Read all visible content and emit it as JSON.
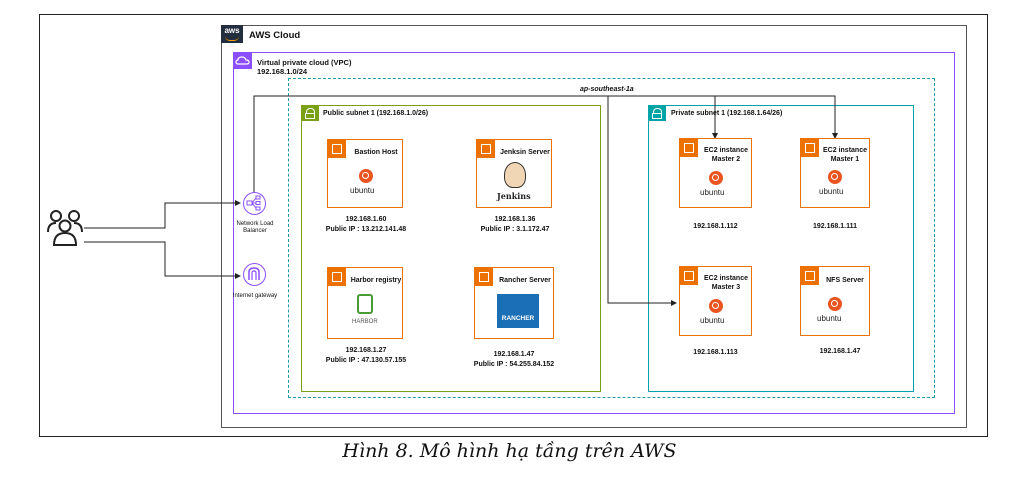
{
  "cloud": {
    "logo": "aws",
    "title": "AWS Cloud"
  },
  "vpc": {
    "title": "Virtual private cloud (VPC)",
    "cidr": "192.168.1.0/24"
  },
  "az": {
    "label": "ap-southeast-1a"
  },
  "public_subnet": {
    "title": "Public subnet 1 (192.168.1.0/26)"
  },
  "private_subnet": {
    "title": "Private subnet 1 (192.168.1.64/26)"
  },
  "users": {
    "icon": "users-icon"
  },
  "nlb": {
    "label_line1": "Network Load",
    "label_line2": "Balancer"
  },
  "igw": {
    "label": "Internet gateway"
  },
  "servers": {
    "bastion": {
      "title": "Bastion Host",
      "logo": "ubuntu",
      "ip": "192.168.1.60",
      "public_ip": "Public IP :  13.212.141.48"
    },
    "jenkins": {
      "title": "Jenksin Server",
      "logo": "Jenkins",
      "ip": "192.168.1.36",
      "public_ip": "Public IP : 3.1.172.47"
    },
    "harbor": {
      "title": "Harbor registry",
      "logo": "HARBOR",
      "ip": "192.168.1.27",
      "public_ip": "Public IP :  47.130.57.155"
    },
    "rancher": {
      "title": "Rancher Server",
      "logo": "RANCHER",
      "ip": "192.168.1.47",
      "public_ip": "Public IP :  54.255.84.152"
    },
    "master2": {
      "title_line1": "EC2 instance",
      "title_line2": "Master 2",
      "logo": "ubuntu",
      "ip": "192.168.1.112"
    },
    "master1": {
      "title_line1": "EC2 instance",
      "title_line2": "Master 1",
      "logo": "ubuntu",
      "ip": "192.168.1.111"
    },
    "master3": {
      "title_line1": "EC2 instance",
      "title_line2": "Master 3",
      "logo": "ubuntu",
      "ip": "192.168.1.113"
    },
    "nfs": {
      "title": "NFS Server",
      "logo": "ubuntu",
      "ip": "192.168.1.47"
    }
  },
  "caption": "Hình 8. Mô hình hạ tầng trên AWS",
  "colors": {
    "vpc": "#8c4fff",
    "public": "#7aa116",
    "private": "#00a4a6",
    "ec2": "#ed7100",
    "ubuntu": "#e95420"
  }
}
